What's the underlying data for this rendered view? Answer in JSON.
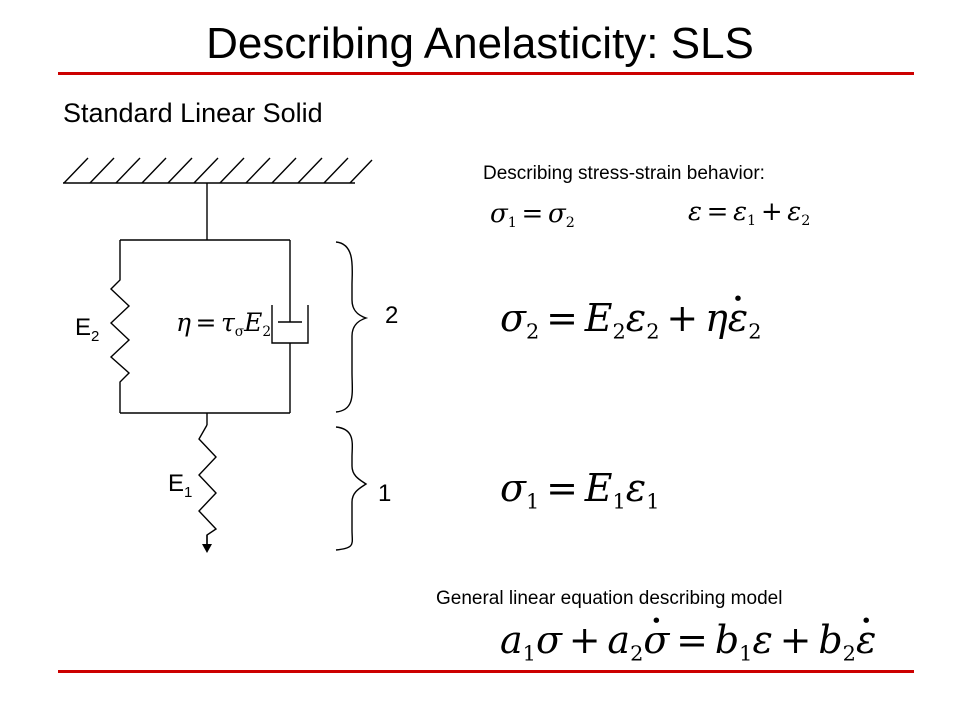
{
  "title": "Describing Anelasticity: SLS",
  "subtitle": "Standard Linear Solid",
  "colors": {
    "rule": "#cc0000",
    "ink": "#000000"
  },
  "diagram": {
    "spring_top_label": {
      "main": "E",
      "sub": "2"
    },
    "spring_bottom_label": {
      "main": "E",
      "sub": "1"
    },
    "dashpot_eq": {
      "eta": "η",
      "equals": "=",
      "tau": "τ",
      "tau_sub": "σ",
      "E": "E",
      "E_sub": "2"
    },
    "brace_upper_label": "2",
    "brace_lower_label": "1"
  },
  "right": {
    "heading": "Describing stress-strain behavior:",
    "eq_stress": {
      "lhs": "σ",
      "lhs_sub": "1",
      "op": "=",
      "rhs": "σ",
      "rhs_sub": "2"
    },
    "eq_strain": {
      "lhs": "ε",
      "op": "=",
      "t1": "ε",
      "t1_sub": "1",
      "plus": "+",
      "t2": "ε",
      "t2_sub": "2"
    },
    "eq_element2": {
      "lhs": "σ",
      "lhs_sub": "2",
      "op": "=",
      "E": "E",
      "E_sub": "2",
      "eps": "ε",
      "eps_sub": "2",
      "plus": "+",
      "eta": "η",
      "epsdot": "ε",
      "epsdot_sub": "2"
    },
    "eq_element1": {
      "lhs": "σ",
      "lhs_sub": "1",
      "op": "=",
      "E": "E",
      "E_sub": "1",
      "eps": "ε",
      "eps_sub": "1"
    },
    "general_heading": "General linear equation describing model",
    "eq_general": {
      "a1": "a",
      "a1_sub": "1",
      "sigma": "σ",
      "plus1": "+",
      "a2": "a",
      "a2_sub": "2",
      "sigmadot": "σ",
      "op": "=",
      "b1": "b",
      "b1_sub": "1",
      "eps": "ε",
      "plus2": "+",
      "b2": "b",
      "b2_sub": "2",
      "epsdot": "ε"
    }
  }
}
